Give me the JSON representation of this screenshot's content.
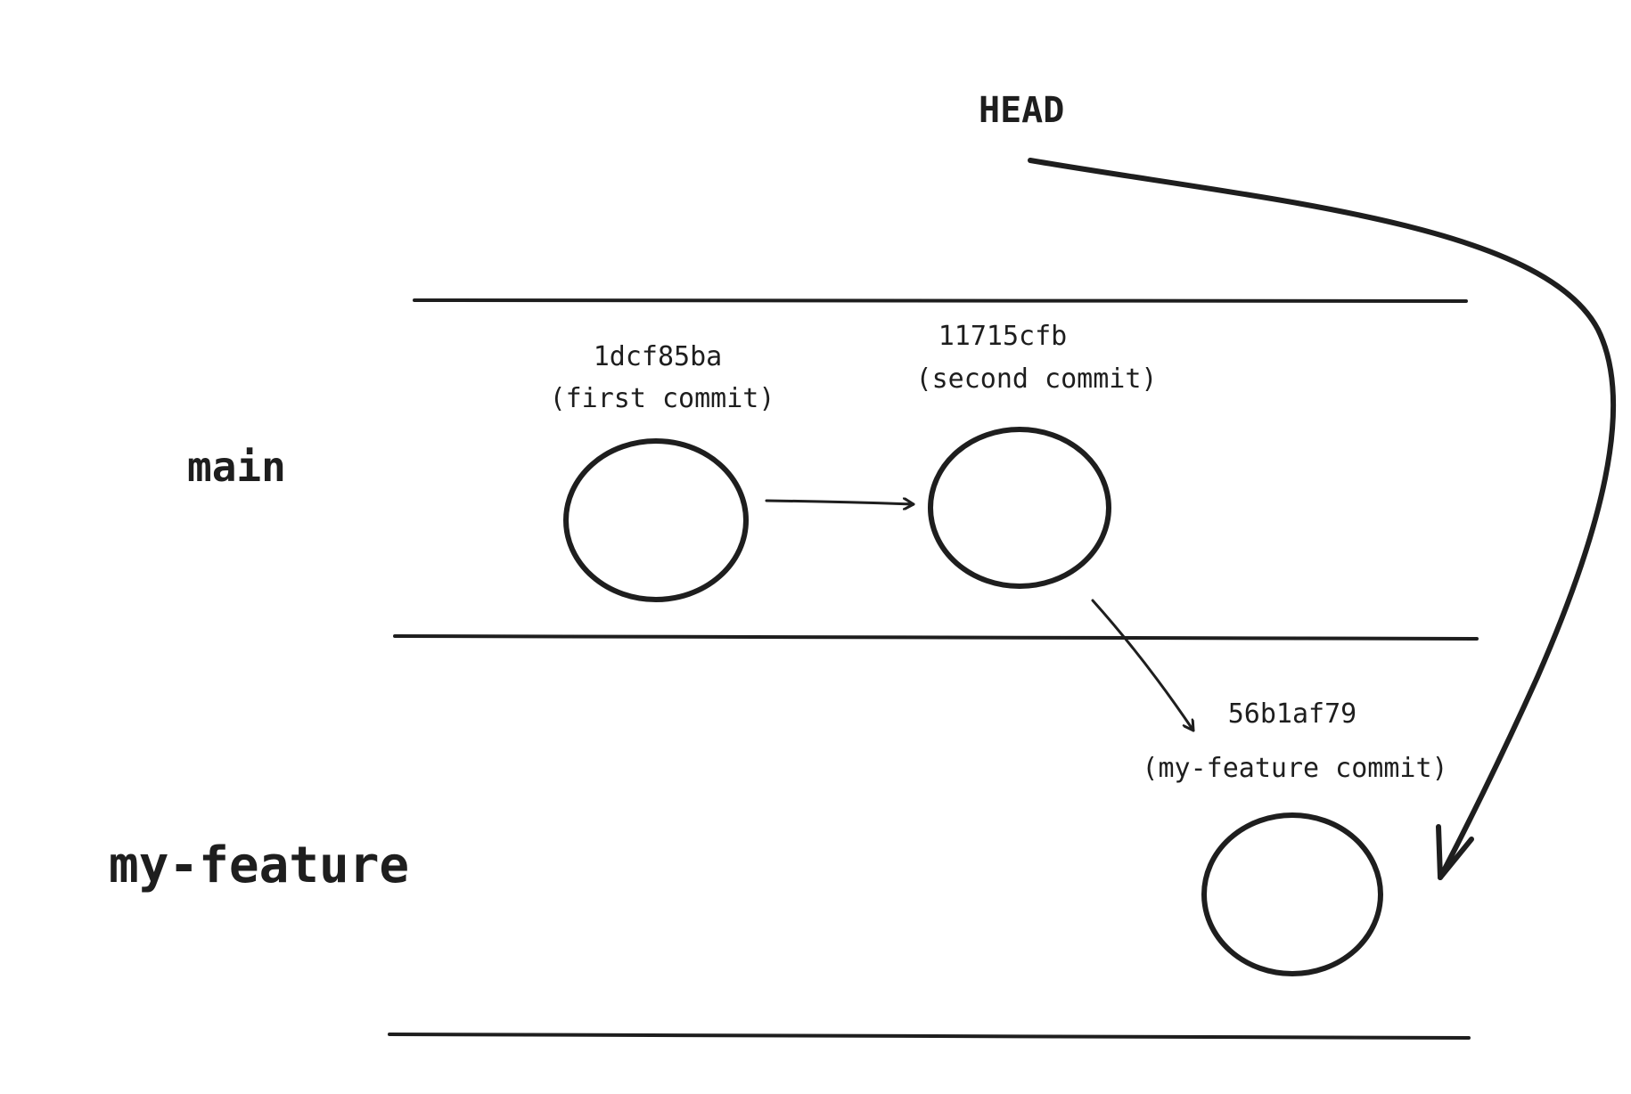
{
  "head": {
    "label": "HEAD"
  },
  "lanes": {
    "main": {
      "label": "main"
    },
    "feature": {
      "label": "my-feature"
    }
  },
  "commits": [
    {
      "hash": "1dcf85ba",
      "message": "(first commit)",
      "branch": "main"
    },
    {
      "hash": "11715cfb",
      "message": "(second commit)",
      "branch": "main"
    },
    {
      "hash": "56b1af79",
      "message": "(my-feature commit)",
      "branch": "my-feature"
    }
  ],
  "colors": {
    "ink": "#1e1e1e",
    "background": "#ffffff"
  }
}
